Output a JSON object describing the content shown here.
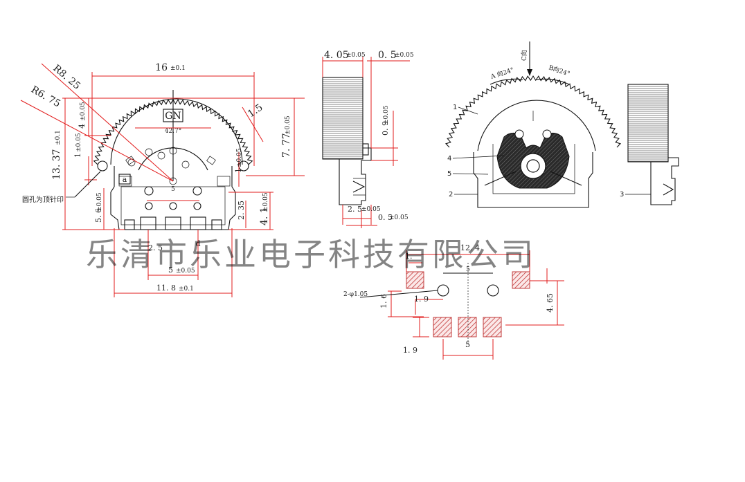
{
  "front_view": {
    "dim_width": "16",
    "dim_width_tol": "±0.1",
    "r_outer": "R8. 25",
    "r_inner": "R6. 75",
    "dim_height": "13. 37",
    "dim_height_tol": "±0.1",
    "dim_4": "4",
    "dim_4_tol": "±0.05",
    "dim_1_left": "1",
    "dim_1_left_tol": "±0.05",
    "dim_1_right": "1",
    "dim_1_right_tol": "±0.05",
    "dim_1_5": "1.5",
    "dim_7_77": "7. 77",
    "dim_7_77_tol": "±0.05",
    "dim_5_6": "5. 6",
    "dim_5_6_tol": "±0.05",
    "dim_2_35": "2. 35",
    "dim_4_1": "4. 1",
    "dim_4_1_tol": "±0.05",
    "dim_2_5": "2. 5",
    "dim_5_bottom": "5",
    "dim_5_bottom_tol": "±0.05",
    "dim_11_8": "11. 8",
    "dim_11_8_tol": "±0.1",
    "dim_5_inner": "5",
    "angle_42_7": "42.7°",
    "gn_mark": "GN",
    "pin_label_a": "a",
    "pin_label_d": "d",
    "note": "圆孔为顶针印"
  },
  "side_view": {
    "dim_4_05": "4. 05",
    "dim_4_05_tol": "±0.05",
    "dim_0_5_top": "0. 5",
    "dim_0_5_top_tol": "±0.05",
    "dim_0_9": "0. 9",
    "dim_0_9_tol": "±0.05",
    "dim_2_5": "2. 5",
    "dim_2_5_tol": "±0.05",
    "dim_0_5_bottom": "0. 5",
    "dim_0_5_bottom_tol": "±0.05"
  },
  "exploded_view": {
    "c_dir": "C向",
    "a_dir": "A 向24°",
    "b_dir": "B向24°",
    "part_labels": [
      "1",
      "4",
      "5",
      "2",
      "3"
    ]
  },
  "footprint": {
    "dim_12_4": "12. 4",
    "dim_1_top": "1.",
    "dim_5_top": "5",
    "dim_1_9_mid": "1. 9",
    "dim_1_6": "1. 6",
    "dim_4_65": "4. 65",
    "dim_1_9_bottom": "1. 9",
    "dim_5_bottom": "5",
    "hole_note": "2-φ1.05"
  },
  "watermark": "乐清市乐业电子科技有限公司",
  "colors": {
    "dimension_line": "#e21b1b",
    "outline": "#111111",
    "pad_fill": "#c23a3a"
  }
}
